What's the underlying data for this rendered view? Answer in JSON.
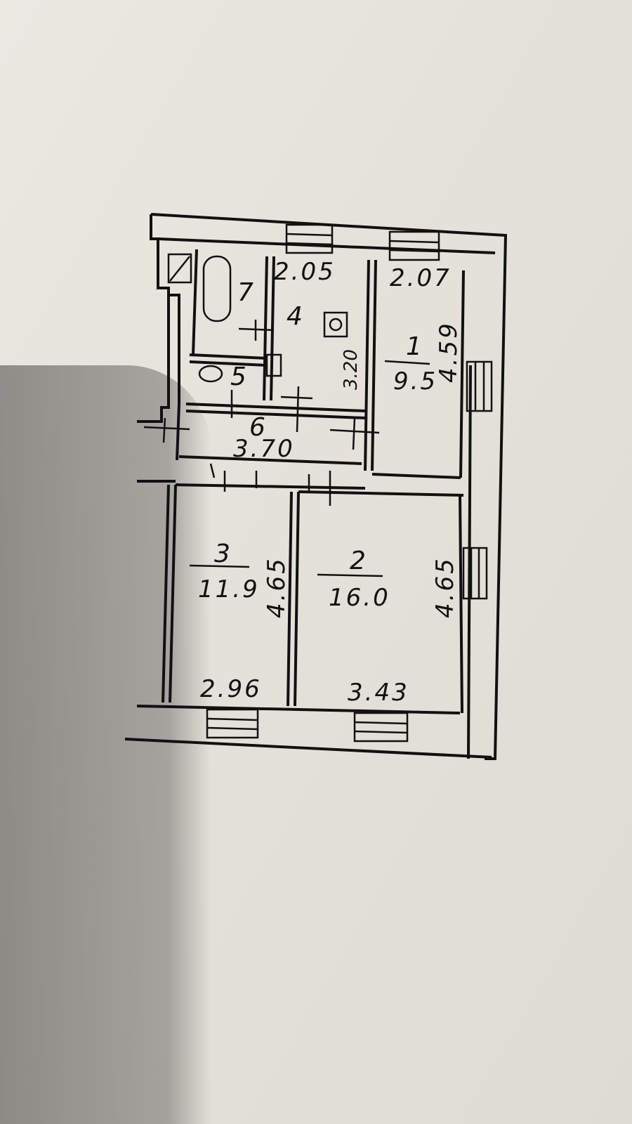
{
  "rooms": [
    {
      "id": "1",
      "area": "9.5",
      "dim_top": "2.07",
      "dim_side": "4.59"
    },
    {
      "id": "2",
      "area": "16.0",
      "dim_bottom": "3.43",
      "dim_side": "4.65"
    },
    {
      "id": "3",
      "area": "11.9",
      "dim_bottom": "2.96",
      "dim_side": "4.65"
    },
    {
      "id": "4",
      "dim_top": "2.05",
      "dim_side": "3.20"
    },
    {
      "id": "5"
    },
    {
      "id": "6",
      "dim": "3.70"
    },
    {
      "id": "7"
    }
  ],
  "colors": {
    "ink": "#111111",
    "paper": "#e6e3dd"
  }
}
